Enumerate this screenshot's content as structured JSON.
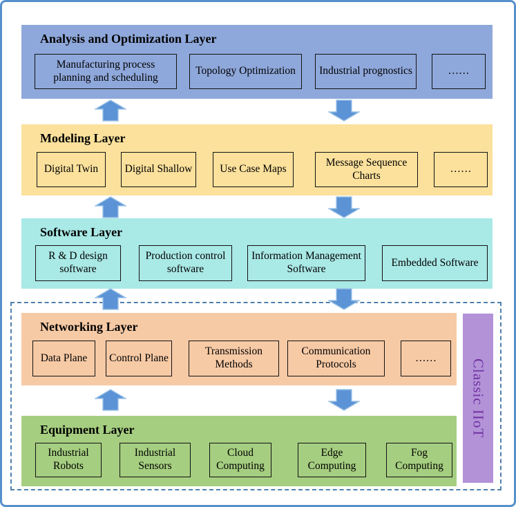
{
  "diagram": {
    "classic_bar_label": "Classic IIoT",
    "layers": [
      {
        "title": "Analysis and Optimization Layer",
        "boxes": [
          "Manufacturing process planning and scheduling",
          "Topology Optimization",
          "Industrial prognostics",
          "……"
        ]
      },
      {
        "title": "Modeling Layer",
        "boxes": [
          "Digital Twin",
          "Digital Shallow",
          "Use Case Maps",
          "Message Sequence Charts",
          "……"
        ]
      },
      {
        "title": "Software Layer",
        "boxes": [
          "R & D design software",
          "Production control software",
          "Information Management Software",
          "Embedded Software"
        ]
      },
      {
        "title": "Networking Layer",
        "boxes": [
          "Data Plane",
          "Control Plane",
          "Transmission Methods",
          "Communication Protocols",
          "……"
        ]
      },
      {
        "title": "Equipment Layer",
        "boxes": [
          "Industrial Robots",
          "Industrial Sensors",
          "Cloud Computing",
          "Edge Computing",
          "Fog Computing"
        ]
      }
    ],
    "colors": {
      "analysis_layer": "#8FA8DB",
      "modeling_layer": "#FBE19C",
      "software_layer": "#A9E9E6",
      "networking_layer": "#F7CAA6",
      "equipment_layer": "#A5CE80",
      "classic_bar": "#B392D8",
      "classic_text": "#7030A0",
      "arrow": "#5B93D6",
      "arrow_stroke": "#9DC3E6",
      "outer_border": "#5590CC",
      "dashed_border": "#4E7FAD"
    }
  }
}
